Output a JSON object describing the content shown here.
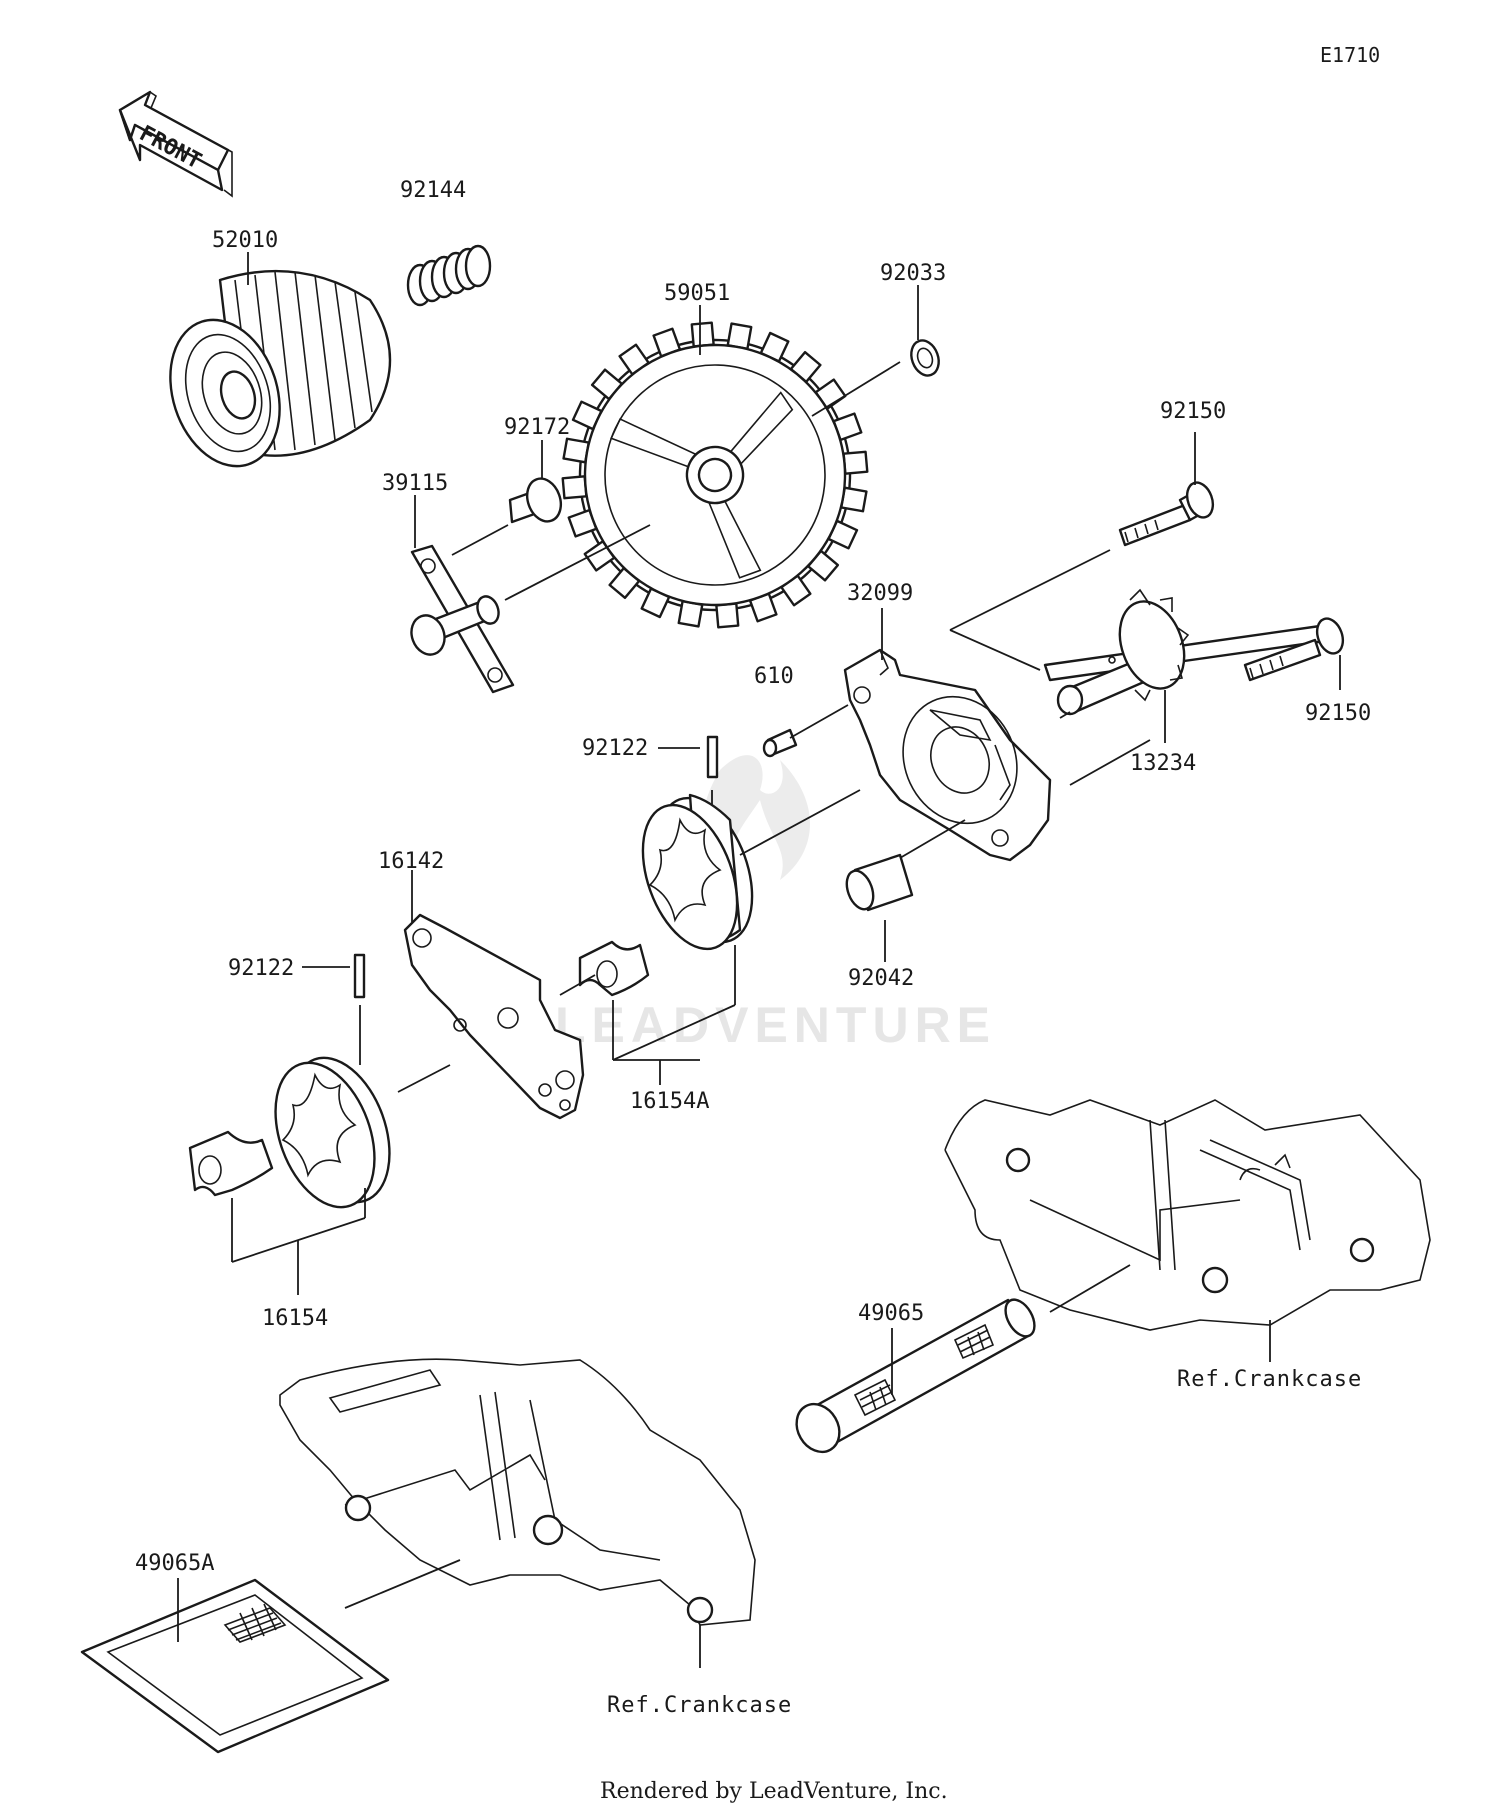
{
  "diagram_code": "E1710",
  "front_arrow_label": "FRONT",
  "watermark": "LEADVENTURE",
  "footer": "Rendered by LeadVenture, Inc.",
  "parts": {
    "p52010": "52010",
    "p92144": "92144",
    "p59051": "59051",
    "p92033": "92033",
    "p92172": "92172",
    "p39115": "39115",
    "p92150a": "92150",
    "p92150b": "92150",
    "p32099": "32099",
    "p610": "610",
    "p13234": "13234",
    "p92122a": "92122",
    "p92122b": "92122",
    "p16142": "16142",
    "p92042": "92042",
    "p16154A": "16154A",
    "p16154": "16154",
    "p49065": "49065",
    "p49065A": "49065A"
  },
  "refs": {
    "crankcase_right": "Ref.Crankcase",
    "crankcase_left": "Ref.Crankcase"
  },
  "icons": [
    "front-arrow-icon",
    "oil-filter-icon",
    "spring-icon",
    "gear-icon",
    "circlip-icon",
    "bolt-icon",
    "pump-body-icon",
    "rotor-icon",
    "screen-icon",
    "crankcase-icon"
  ]
}
